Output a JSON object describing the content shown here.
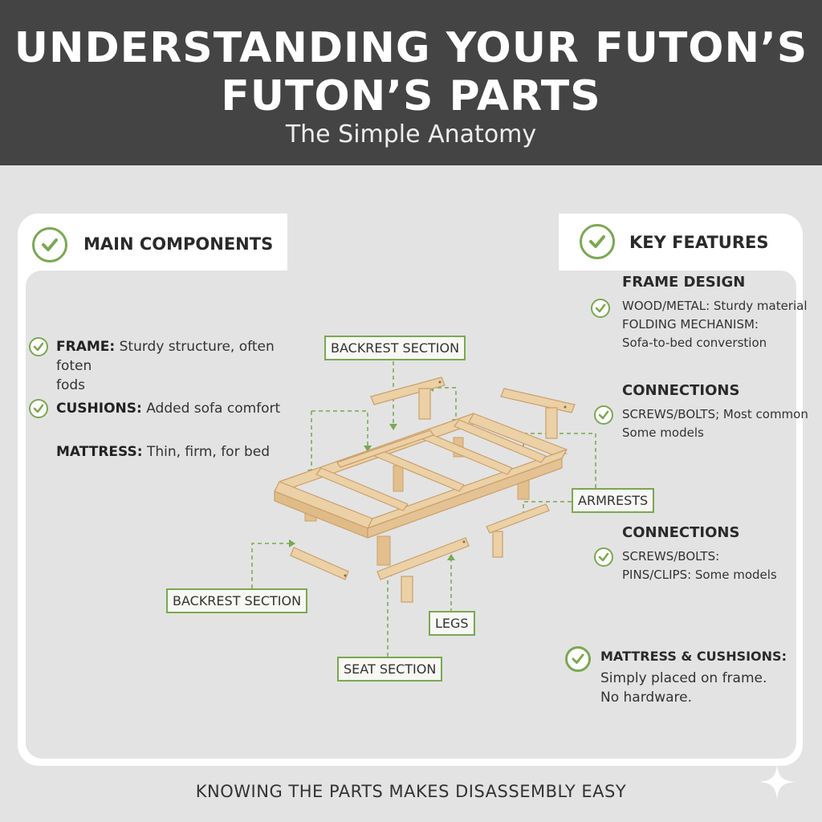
{
  "header": {
    "title_line1": "UNDERSTANDING YOUR FUTON’S",
    "title_line2": "FUTON’S PARTS",
    "subtitle": "The Simple Anatomy"
  },
  "main_components": {
    "title": "MAIN COMPONENTS",
    "items": [
      {
        "term": "FRAME:",
        "desc": "Sturdy structure, often foten",
        "desc2": "fods"
      },
      {
        "term": "CUSHIONS:",
        "desc": "Added sofa comfort"
      },
      {
        "term": "MATTRESS:",
        "desc": "Thin, firm, for bed"
      }
    ]
  },
  "key_features": {
    "title": "KEY FEATURES",
    "frame_design": {
      "heading": "FRAME DESIGN",
      "line1": "WOOD/METAL: Sturdy material",
      "line2": "FOLDING MECHANISM:",
      "line3": "Sofa-to-bed converstion"
    },
    "connections_1": {
      "heading": "CONNECTIONS",
      "line1": "SCREWS/BOLTS; Most common",
      "line2": "Some models"
    },
    "connections_2": {
      "heading": "CONNECTIONS",
      "line1": "SCREWS/BOLTS:",
      "line2": "PINS/CLIPS: Some models"
    },
    "mattress": {
      "heading": "MATTRESS & CUSHSIONS:",
      "line1": "Simply placed on frame.",
      "line2": "No hardware."
    }
  },
  "diagram_labels": {
    "backrest_top": "BACKREST SECTION",
    "backrest_bottom": "BACKREST SECTION",
    "armrests": "ARMRESTS",
    "legs": "LEGS",
    "seat": "SEAT SECTION"
  },
  "footer": "KNOWING THE PARTS MAKES DISASSEMBLY EASY",
  "colors": {
    "header_bg": "#444444",
    "accent_green": "#7aa851",
    "wood": "#e9c99a",
    "wood_edge": "#c9a06a"
  },
  "icons": [
    "check-circle-icon",
    "sparkle-icon"
  ]
}
